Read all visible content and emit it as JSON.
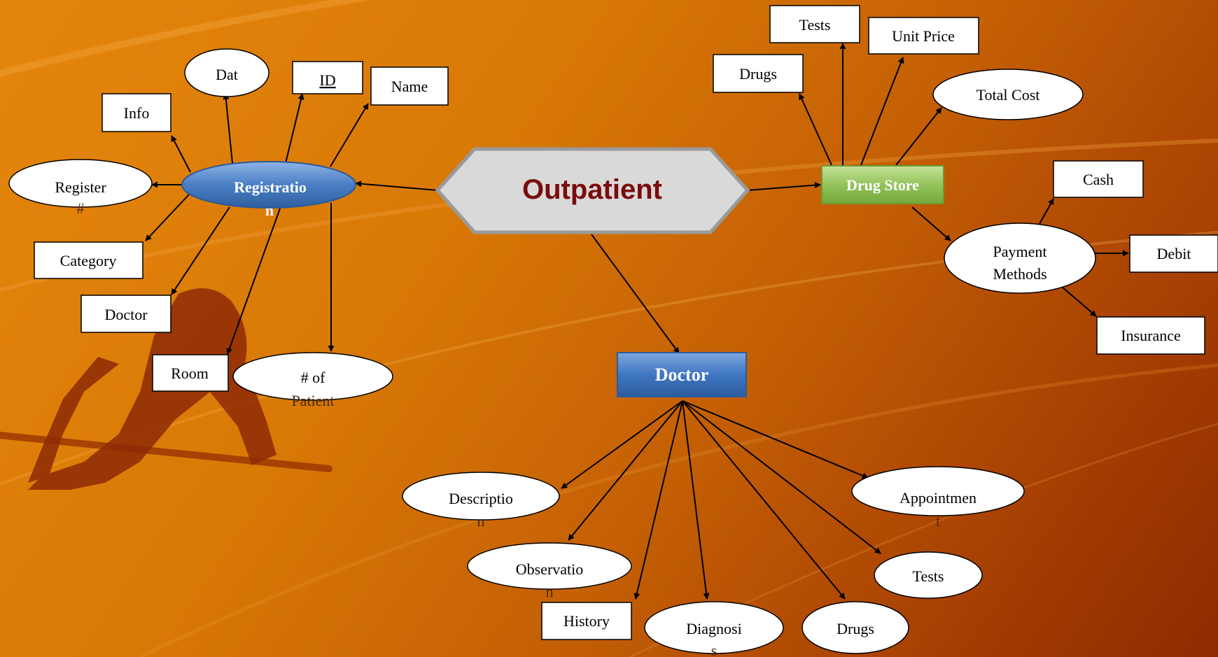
{
  "colors": {
    "center_fill": "#d9d9d9",
    "center_text": "#7a0c0c",
    "registration_fill": "#4a7fc4",
    "drugstore_fill": "#93c35a",
    "doctor_fill": "#3f76c2",
    "box_fill": "#ffffff",
    "line": "#000000"
  },
  "center": {
    "label": "Outpatient"
  },
  "registration": {
    "label_line1": "Registratio",
    "label_line2": "n",
    "attributes": {
      "info": "Info",
      "dat": "Dat",
      "id": "ID",
      "name": "Name",
      "register_line1": "Register",
      "register_line2": "#",
      "category": "Category",
      "doctor": "Doctor",
      "room": "Room",
      "patients_line1": "# of",
      "patients_line2": "Patient"
    }
  },
  "drug_store": {
    "label": "Drug Store",
    "attributes": {
      "drugs": "Drugs",
      "tests": "Tests",
      "unit_price": "Unit Price",
      "total_cost": "Total Cost",
      "payment_line1": "Payment",
      "payment_line2": "Methods"
    },
    "payment_methods": {
      "cash": "Cash",
      "debit": "Debit",
      "insurance": "Insurance"
    }
  },
  "doctor": {
    "label": "Doctor",
    "attributes": {
      "description_line1": "Descriptio",
      "description_line2": "n",
      "observation_line1": "Observatio",
      "observation_line2": "n",
      "history": "History",
      "diagnosis_line1": "Diagnosi",
      "diagnosis_line2": "s",
      "drugs": "Drugs",
      "tests": "Tests",
      "appointment_line1": "Appointmen",
      "appointment_line2": "t"
    }
  }
}
